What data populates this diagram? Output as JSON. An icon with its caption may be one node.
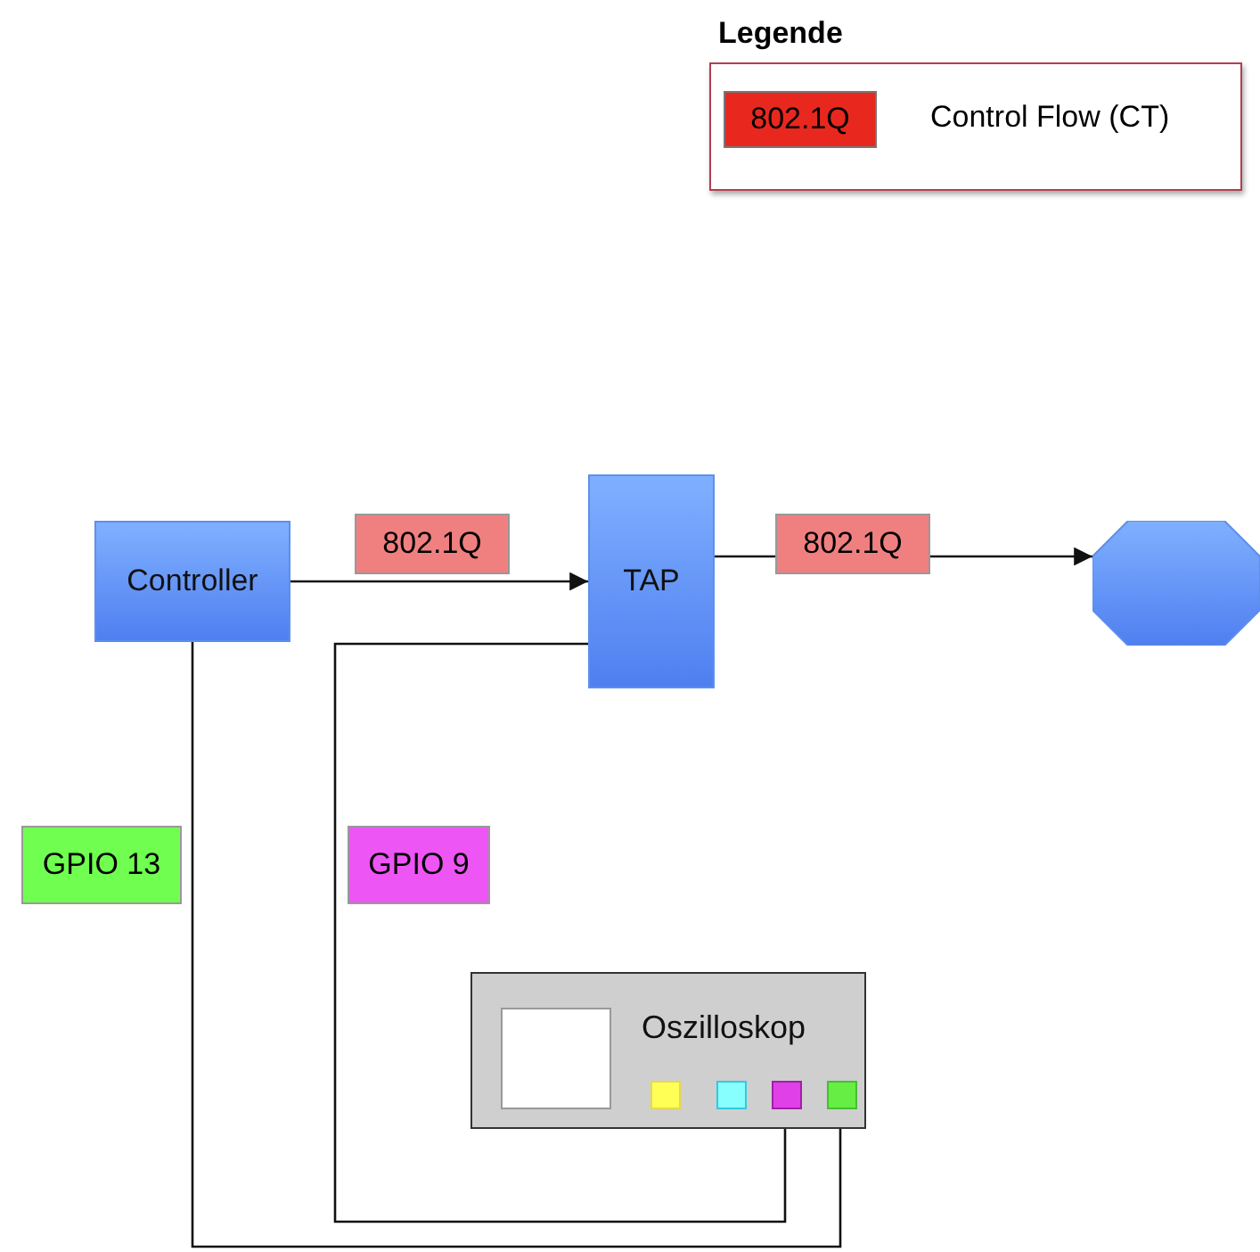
{
  "diagram": {
    "nodes": [
      {
        "text": [
          "Controller"
        ]
      },
      {
        "text": [
          "TAP"
        ]
      },
      {
        "text": [],
        "shape": "octagon"
      },
      {
        "text": [
          "Oszilloskop"
        ]
      },
      {
        "text": [],
        "shape": "box",
        "in": 3
      },
      {
        "text": [],
        "shape": "box",
        "in": 3
      },
      {
        "text": [],
        "shape": "box",
        "in": 3
      },
      {
        "text": [],
        "shape": "box",
        "in": 3
      }
    ],
    "edges": [
      {
        "from": 0,
        "to": 1,
        "arrow": "to",
        "label": "802.1Q"
      },
      {
        "from": 1,
        "to": 2,
        "arrow": "to",
        "label": "802.1Q"
      },
      {
        "from": 0,
        "to": 7,
        "arrow": "none",
        "label": "GPIO 13"
      },
      {
        "from": 1,
        "to": 6,
        "arrow": "none",
        "label": "GPIO 9"
      }
    ],
    "labels": [
      "Legende",
      "802.1Q"
    ],
    "legend": [
      {
        "text": "Control Flow (CT)",
        "color": "#e8281e"
      }
    ]
  }
}
